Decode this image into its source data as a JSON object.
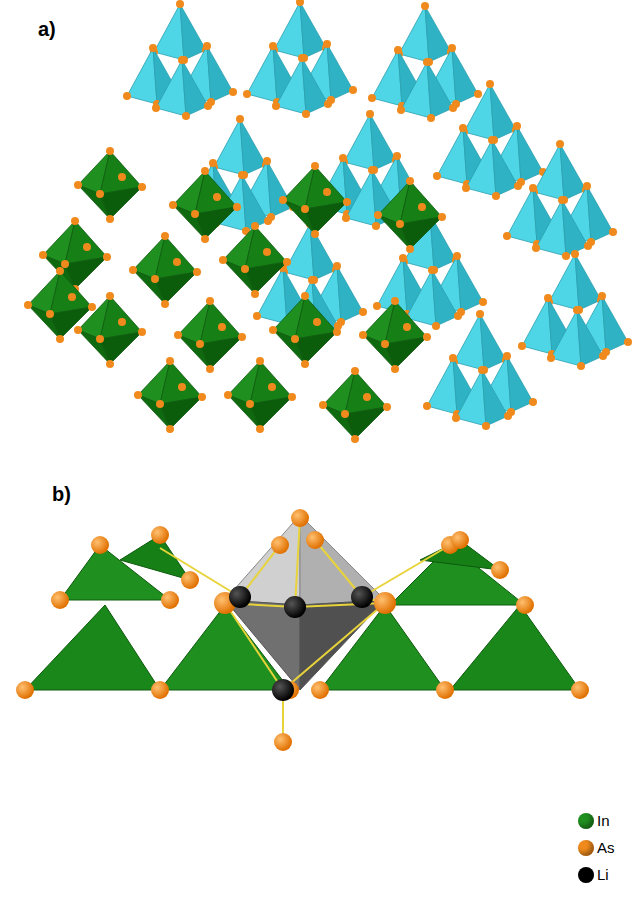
{
  "diagram": {
    "labels": [
      "a)",
      "b)"
    ],
    "legend": [
      {
        "text": "In",
        "color": "#1f8f1f"
      },
      {
        "text": "As",
        "color": "#f08a1c"
      },
      {
        "text": "Li",
        "color": "#000000"
      }
    ]
  }
}
